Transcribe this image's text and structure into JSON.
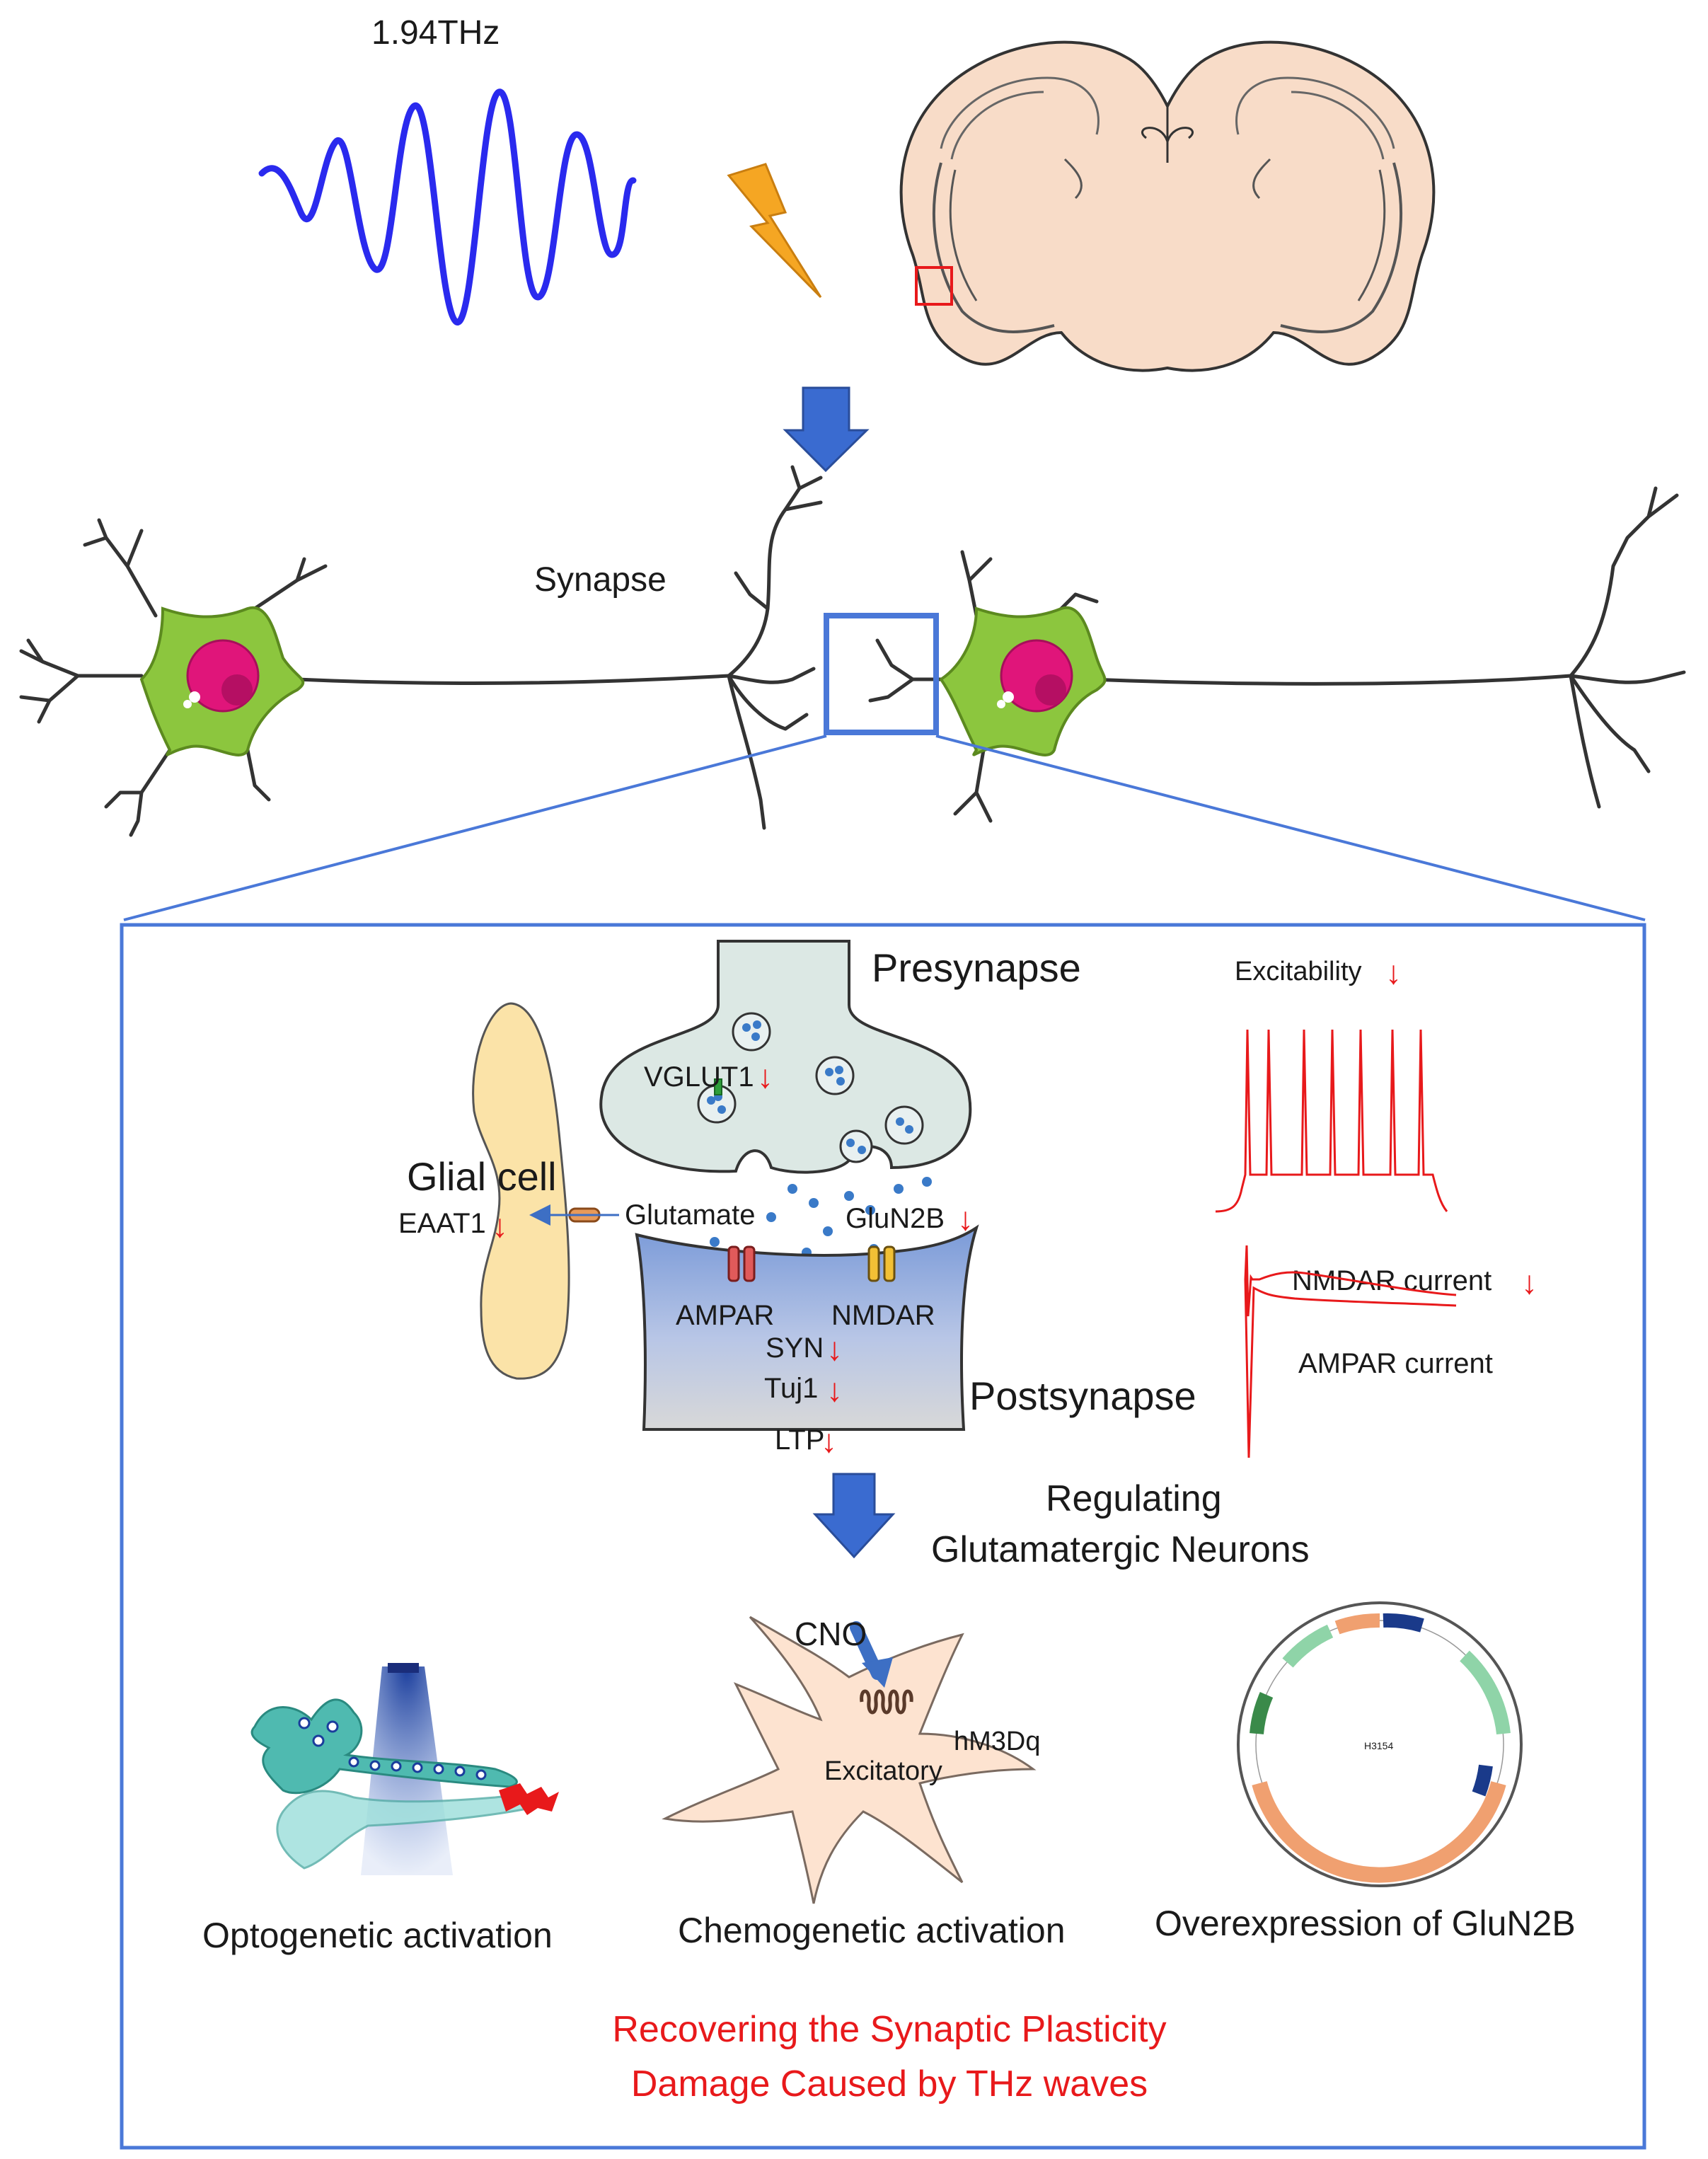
{
  "top": {
    "frequency_label": "1.94THz",
    "synapse_label": "Synapse"
  },
  "panel": {
    "presynapse_label": "Presynapse",
    "postsynapse_label": "Postsynapse",
    "glial_cell_label": "Glial cell",
    "eaat1_label": "EAAT1",
    "glutamate_label": "Glutamate",
    "vglut1_label": "VGLUT1",
    "glun2b_label": "GluN2B",
    "ampar_label": "AMPAR",
    "nmdar_label": "NMDAR",
    "syn_label": "SYN",
    "tuj1_label": "Tuj1",
    "ltp_label": "LTP",
    "excitability_label": "Excitability",
    "nmdar_current_label": "NMDAR current",
    "ampar_current_label": "AMPAR current",
    "regulating_line1": "Regulating",
    "regulating_line2": "Glutamatergic Neurons",
    "cno_label": "CNO",
    "hm3dq_label": "hM3Dq",
    "excitatory_label": "Excitatory",
    "plasmid_label": "H3154",
    "optogenetic_label": "Optogenetic activation",
    "chemogenetic_label": "Chemogenetic activation",
    "overexpression_label": "Overexpression of GluN2B",
    "conclusion_line1": "Recovering the Synaptic Plasticity",
    "conclusion_line2": "Damage Caused by THz waves"
  },
  "colors": {
    "wave_blue": "#2a2aee",
    "arrow_blue": "#3a6bd0",
    "box_blue": "#4a78d8",
    "neuron_green": "#8cc63e",
    "nucleus_pink": "#e0157a",
    "down_arrow_red": "#e8191b",
    "glial_yellow": "#fbe3a8"
  }
}
